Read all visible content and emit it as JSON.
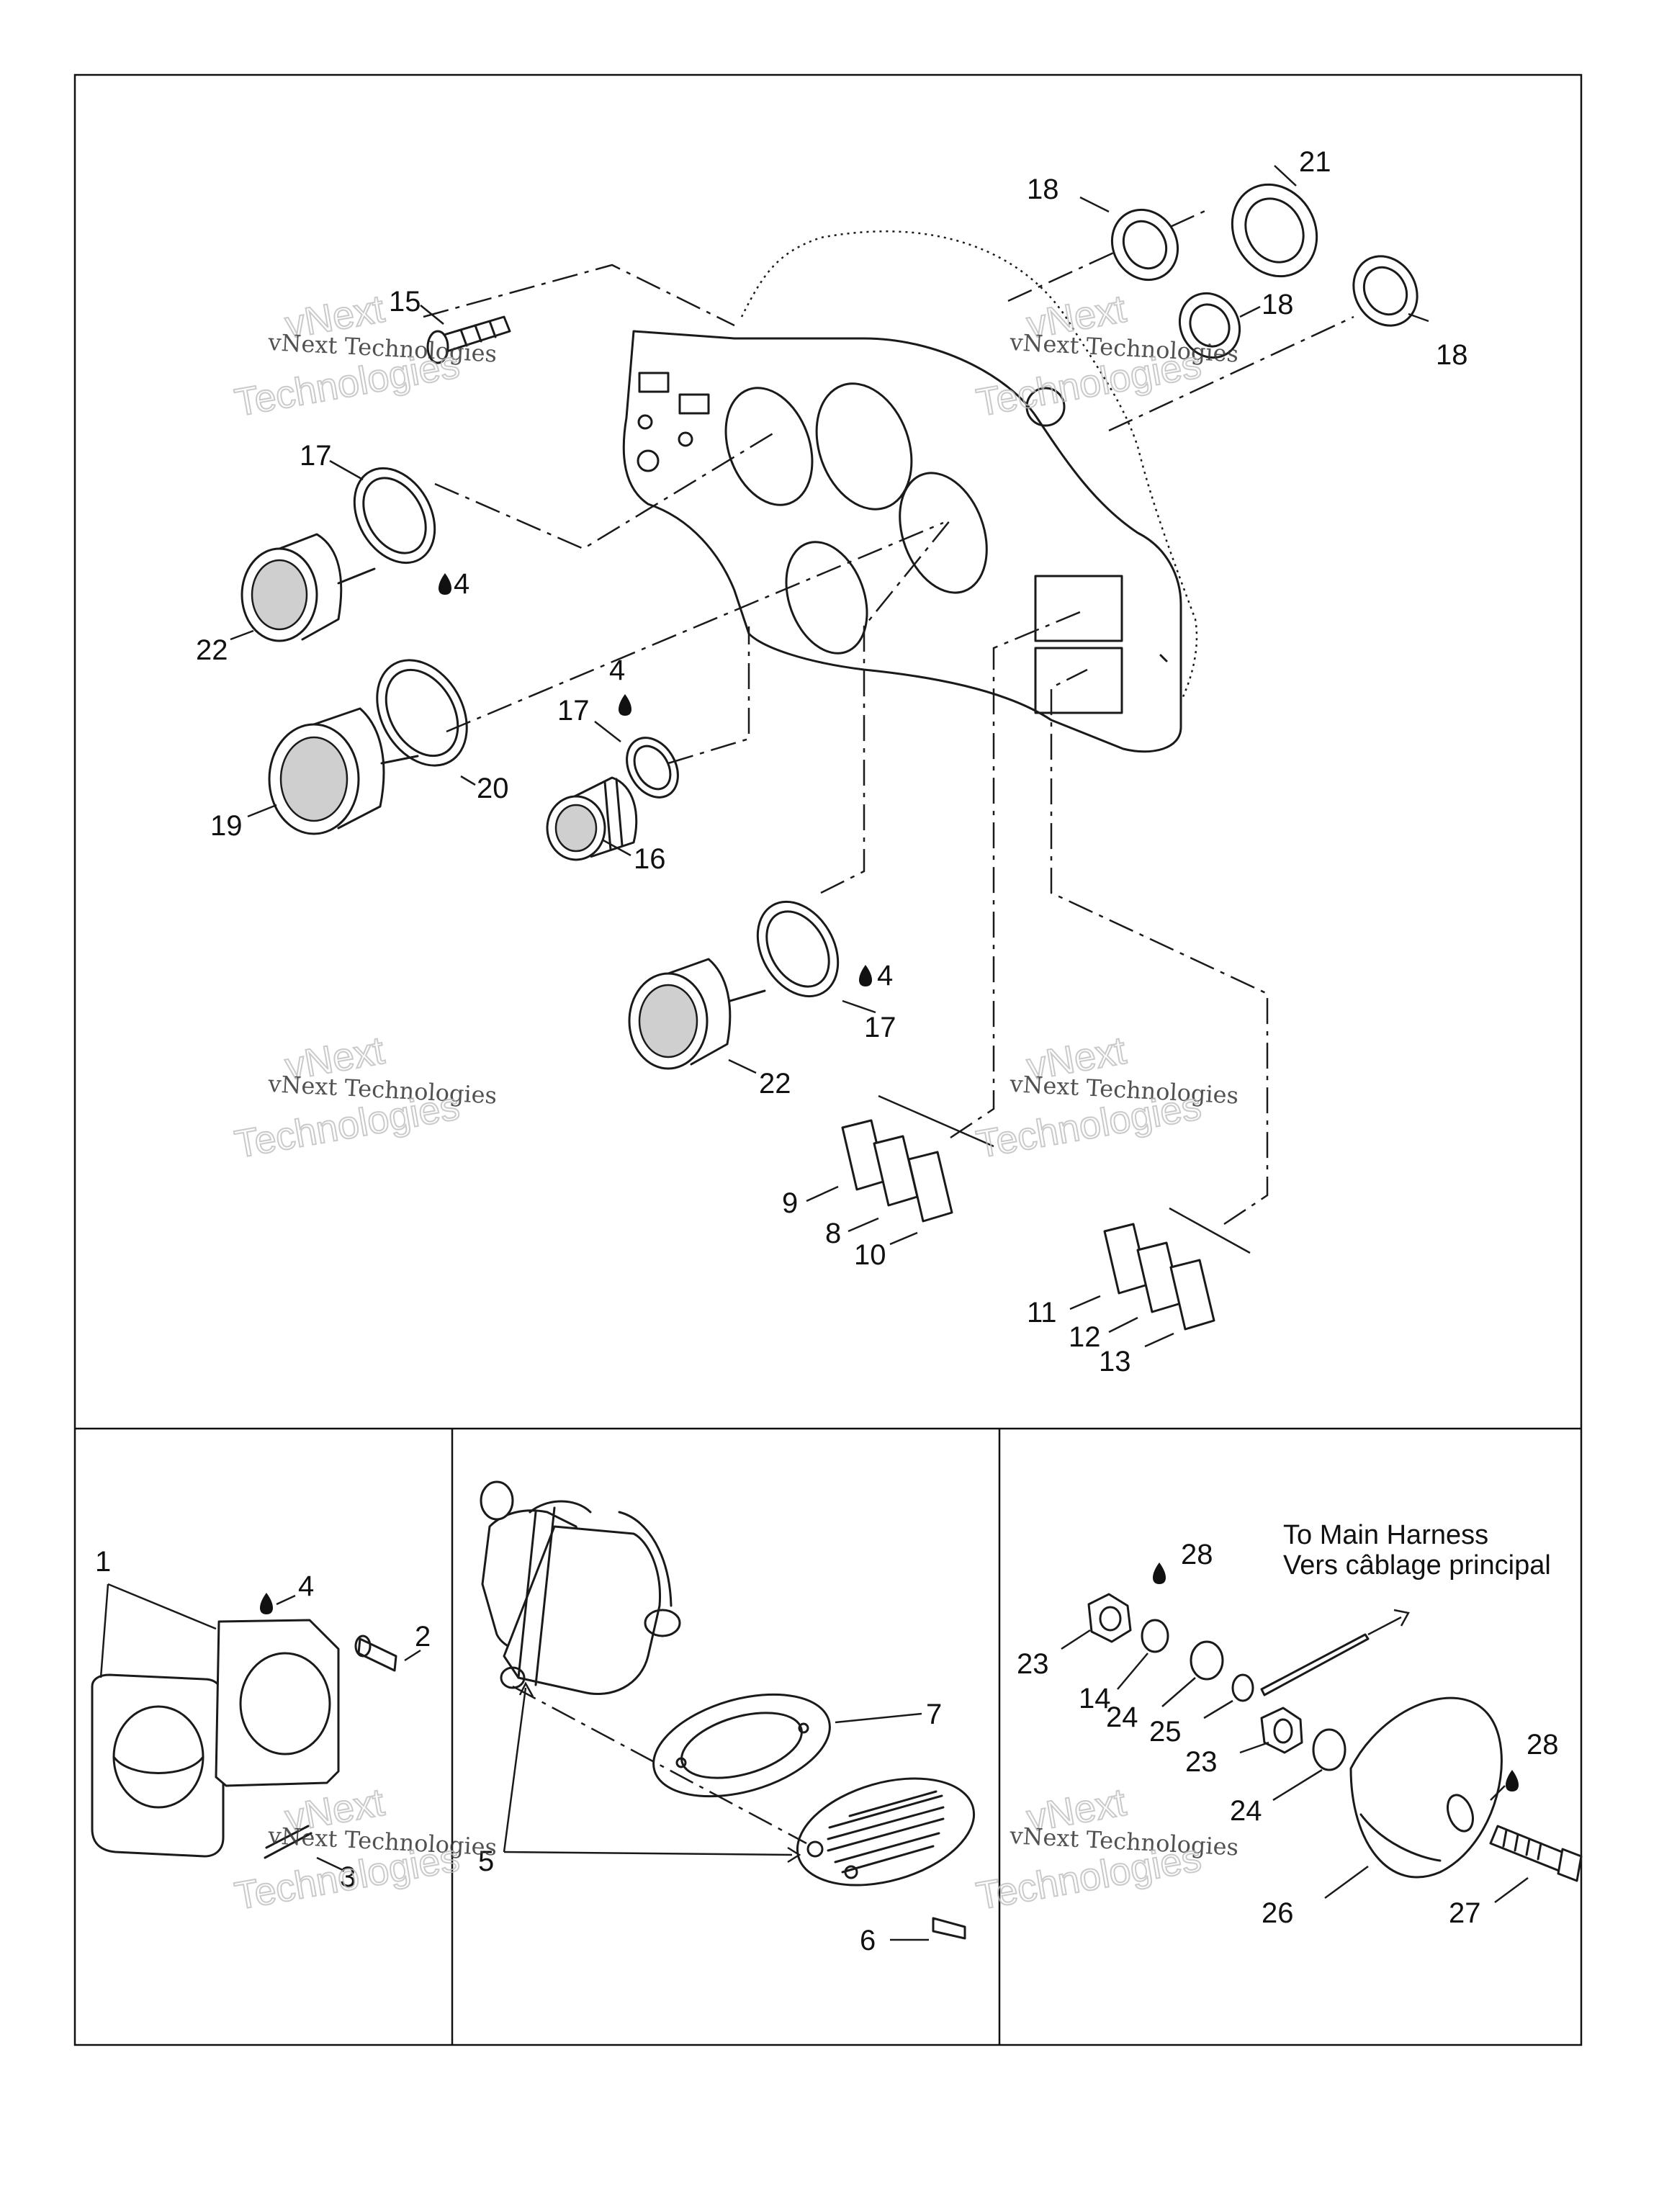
{
  "watermark": {
    "brand": "vNext",
    "line": "vNext Technologies",
    "word": "Technologies"
  },
  "callouts": {
    "c1": "1",
    "c2": "2",
    "c3": "3",
    "c4": "4",
    "c5": "5",
    "c6": "6",
    "c7": "7",
    "c8": "8",
    "c9": "9",
    "c10": "10",
    "c11": "11",
    "c12": "12",
    "c13": "13",
    "c14": "14",
    "c15": "15",
    "c16": "16",
    "c17": "17",
    "c18": "18",
    "c19": "19",
    "c20": "20",
    "c21": "21",
    "c22": "22",
    "c23": "23",
    "c24": "24",
    "c25": "25",
    "c26": "26",
    "c27": "27",
    "c28": "28"
  },
  "harness_note": {
    "line1": "To Main Harness",
    "line2": "Vers câblage principal"
  },
  "colors": {
    "line": "#1a1a1a",
    "watermark_outline": "#bdbdbd",
    "background": "#ffffff"
  }
}
